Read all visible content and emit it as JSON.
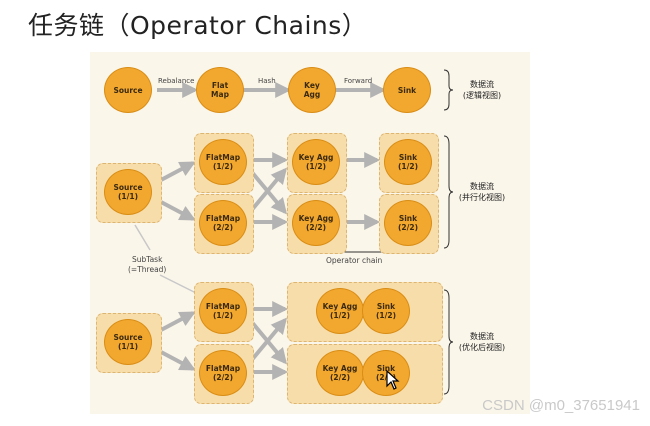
{
  "title": "任务链（Operator Chains）",
  "logical_view": {
    "label": "数据流\n(逻辑视图)",
    "nodes": [
      "Source",
      "Flat\nMap",
      "Key\nAgg",
      "Sink"
    ],
    "edges": [
      "Rebalance",
      "Hash",
      "Forward"
    ]
  },
  "parallel_view": {
    "label": "数据流\n(并行化视图)",
    "source": "Source\n(1/1)",
    "flatmaps": [
      "FlatMap\n(1/2)",
      "FlatMap\n(2/2)"
    ],
    "keyaggs": [
      "Key Agg\n(1/2)",
      "Key Agg\n(2/2)"
    ],
    "sinks": [
      "Sink\n(1/2)",
      "Sink\n(2/2)"
    ],
    "chain_note": "Operator chain"
  },
  "subtask_note": "SubTask\n(=Thread)",
  "optimized_view": {
    "label": "数据流\n(优化后视图)",
    "source": "Source\n(1/1)",
    "flatmaps": [
      "FlatMap\n(1/2)",
      "FlatMap\n(2/2)"
    ],
    "keyaggs": [
      "Key Agg\n(1/2)",
      "Key Agg\n(2/2)"
    ],
    "sinks": [
      "Sink\n(1/2)",
      "Sink\n(2/2)"
    ]
  },
  "watermark": "CSDN @m0_37651941",
  "colors": {
    "node": "#f2a72e",
    "box": "#f7ddaa",
    "arrow": "#b3b3b3",
    "panel": "#fbf6ea"
  }
}
